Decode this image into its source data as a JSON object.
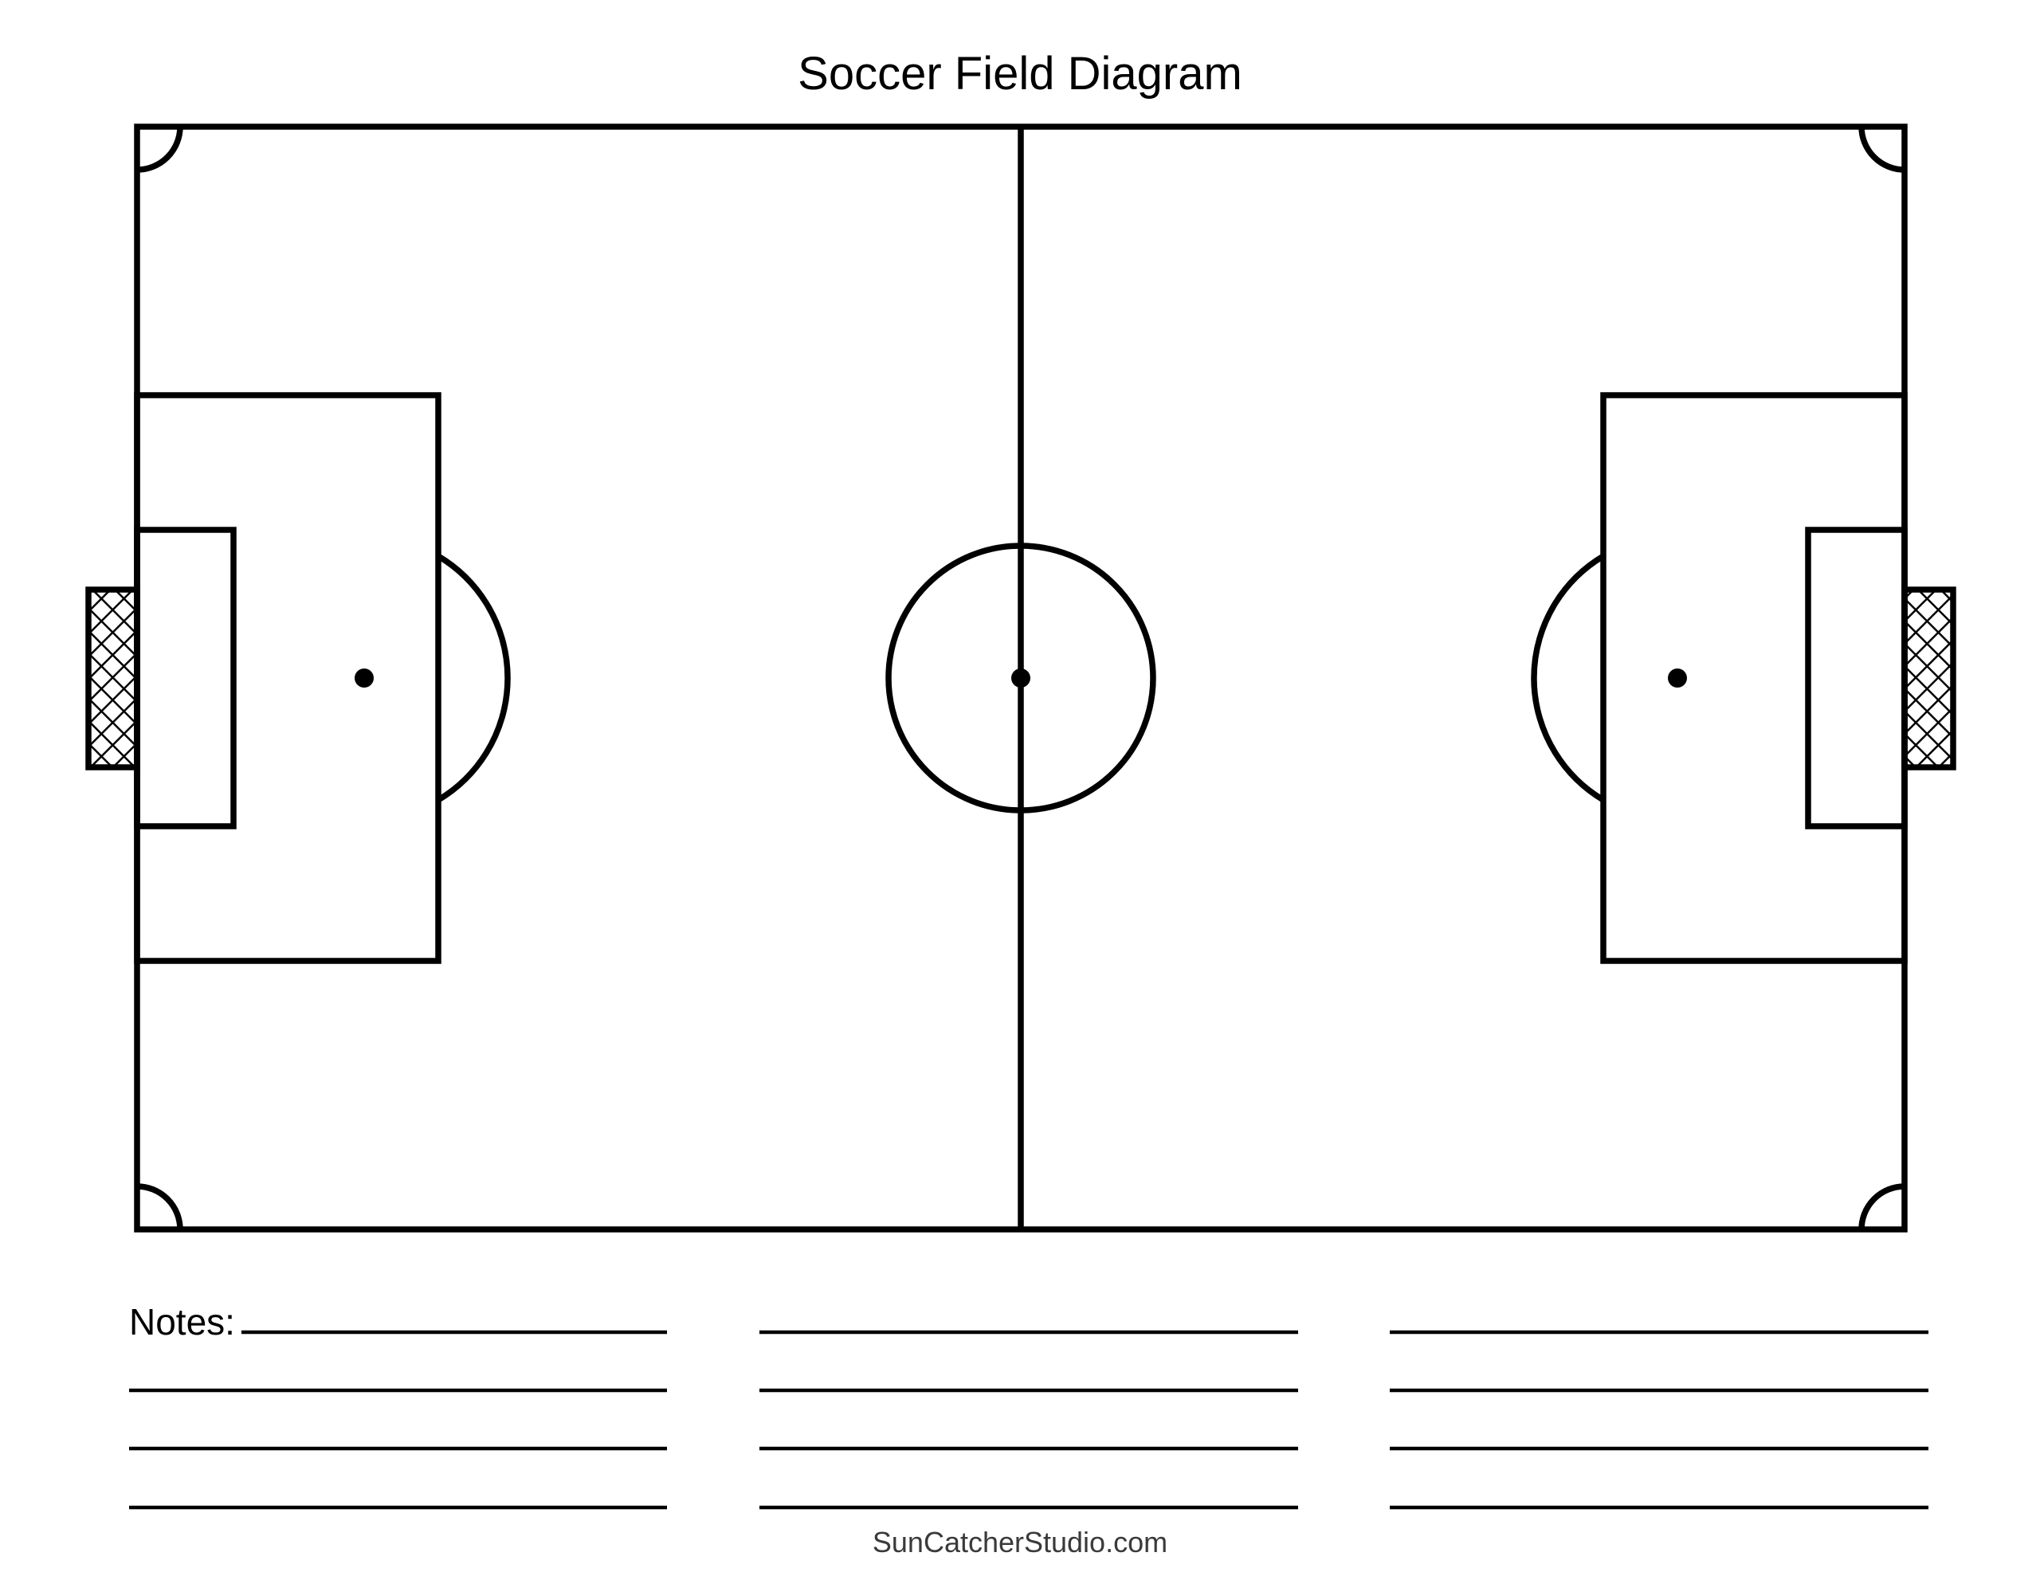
{
  "header": {
    "title": "Soccer Field Diagram"
  },
  "field": {
    "line_color": "#000000",
    "background_color": "#ffffff"
  },
  "notes": {
    "label": "Notes:",
    "columns": 3,
    "lines_per_column": 4,
    "line_color": "#000000"
  },
  "footer": {
    "watermark": "SunCatcherStudio.com",
    "watermark_color": "#3a3a3a"
  }
}
